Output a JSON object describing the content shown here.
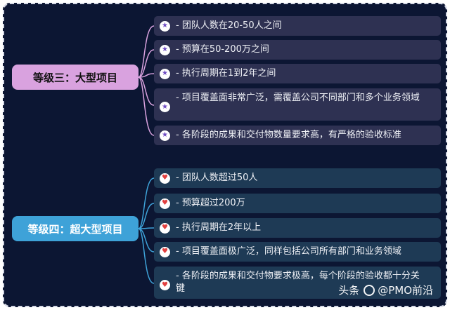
{
  "groups": [
    {
      "label": "等级三：大型项目",
      "color": "#d9a2df",
      "icon": "star-icon",
      "items": [
        "- 团队人数在20-50人之间",
        "- 预算在50-200万之间",
        "- 执行周期在1到2年之间",
        "- 项目覆盖面非常广泛，需覆盖公司不同部门和多个业务领域",
        "- 各阶段的成果和交付物数量要求高，有严格的验收标准"
      ]
    },
    {
      "label": "等级四：超大型项目",
      "color": "#3ea2d8",
      "icon": "heart-icon",
      "items": [
        "- 团队人数超过50人",
        "- 预算超过200万",
        "- 执行周期在2年以上",
        "- 项目覆盖面极广泛，同样包括公司所有部门和业务领域",
        "- 各阶段的成果和交付物要求极高，每个阶段的验收都十分关键"
      ]
    }
  ],
  "watermark": {
    "prefix": "头条",
    "name": "@PMO前沿"
  }
}
